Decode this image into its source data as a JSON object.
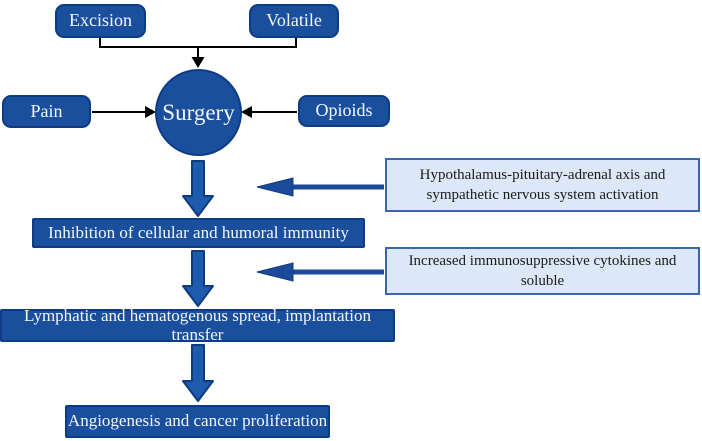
{
  "figure": {
    "background": "#FFFFFF",
    "nodes": {
      "excision": "Excision",
      "volatile": "Volatile",
      "pain": "Pain",
      "opioids": "Opioids",
      "surgery": "Surgery",
      "inhibition": "Inhibition of cellular and humoral immunity",
      "lymphatic": "Lymphatic and hematogenous spread, implantation transfer",
      "angiogenesis": "Angiogenesis and cancer proliferation",
      "hpa_axis": "Hypothalamus-pituitary-adrenal axis and sympathetic nervous system activation",
      "cytokines": "Increased immunosuppressive cytokines and soluble"
    },
    "edges": [
      {
        "from": "excision",
        "to": "surgery"
      },
      {
        "from": "volatile",
        "to": "surgery"
      },
      {
        "from": "pain",
        "to": "surgery"
      },
      {
        "from": "opioids",
        "to": "surgery"
      },
      {
        "from": "surgery",
        "to": "inhibition"
      },
      {
        "from": "inhibition",
        "to": "lymphatic"
      },
      {
        "from": "lymphatic",
        "to": "angiogenesis"
      },
      {
        "from": "hpa_axis",
        "to": "inhibition"
      },
      {
        "from": "cytokines",
        "to": "lymphatic"
      }
    ],
    "colors": {
      "node_fill": "#1A4F9E",
      "node_border": "#0C3C86",
      "node_text": "#F5F8FF",
      "info_fill": "#DCE8F7",
      "info_border": "#3867B0",
      "info_text": "#1B1B1B",
      "block_arrow_fill": "#1E5BAD",
      "block_arrow_border": "#0D3B80",
      "side_arrow": "#1A4A99",
      "connector_line": "#000000"
    }
  }
}
